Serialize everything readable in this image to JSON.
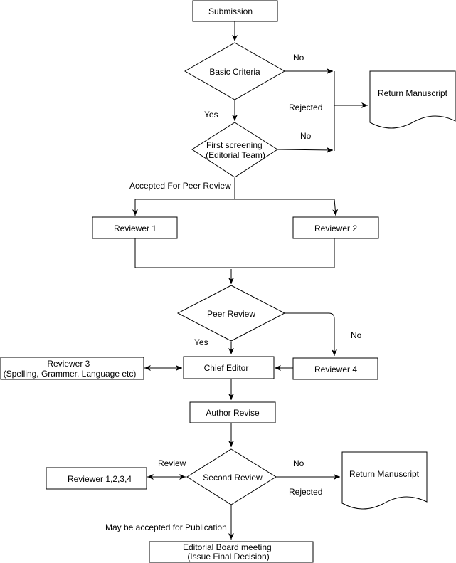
{
  "nodes": {
    "submission": "Submission",
    "basic_criteria": "Basic Criteria",
    "return_manuscript_1": "Return Manuscript",
    "first_screening": [
      "First screening",
      "(Editorial Team)"
    ],
    "reviewer_1": "Reviewer 1",
    "reviewer_2": "Reviewer 2",
    "peer_review": "Peer Review",
    "reviewer_3": [
      "Reviewer 3",
      "(Spelling, Grammer, Language etc)"
    ],
    "chief_editor": "Chief Editor",
    "reviewer_4": "Reviewer 4",
    "author_revise": "Author Revise",
    "reviewer_1234": "Reviewer 1,2,3,4",
    "second_review": "Second Review",
    "return_manuscript_2": "Return Manuscript",
    "editorial_board": [
      "Editorial Board meeting",
      "(Issue Final Decision)"
    ]
  },
  "edge_labels": {
    "no_1": "No",
    "rejected_1": "Rejected",
    "yes_1": "Yes",
    "no_2": "No",
    "accepted_peer": "Accepted  For Peer Review",
    "yes_2": "Yes",
    "no_3": "No",
    "review": "Review",
    "no_4": "No",
    "rejected_2": "Rejected",
    "may_be_accepted": "May be accepted  for Publication"
  }
}
